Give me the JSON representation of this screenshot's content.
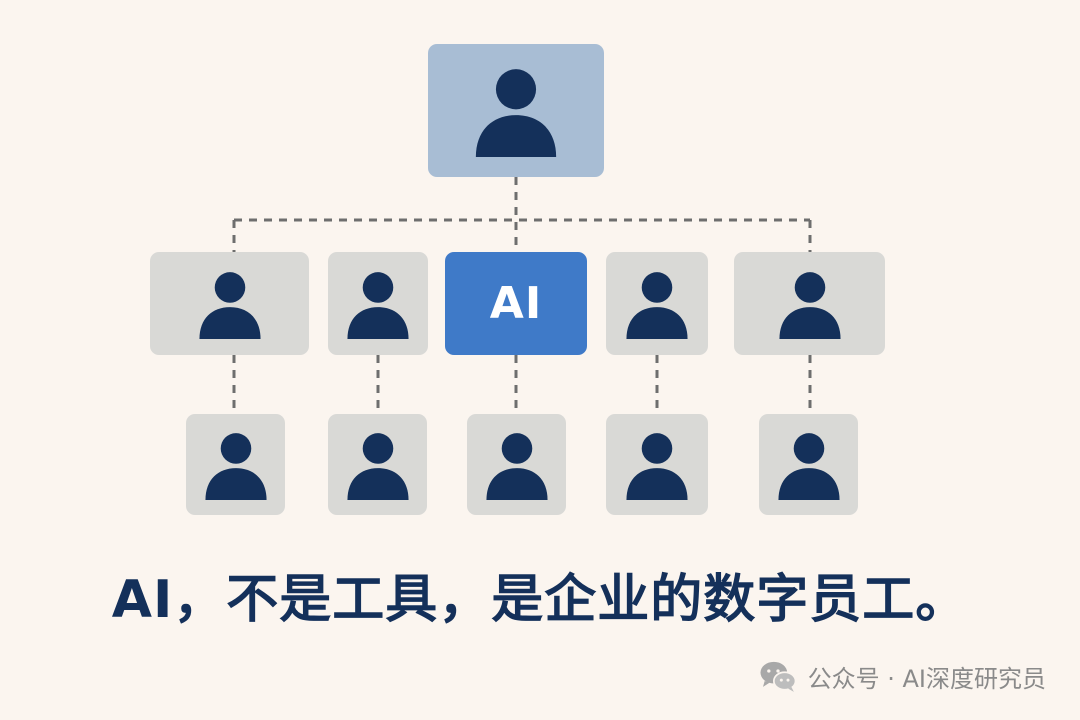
{
  "diagram": {
    "ai_label": "AI",
    "caption": "AI，不是工具，是企业的数字员工。",
    "colors": {
      "top_node": "#a8bdd4",
      "gray_node": "#d9d9d6",
      "ai_node": "#3f7ac8",
      "person_icon": "#14305a",
      "connector": "#6e6e6e"
    }
  },
  "footer": {
    "icon": "wechat-icon",
    "text": "公众号 · AI深度研究员"
  }
}
